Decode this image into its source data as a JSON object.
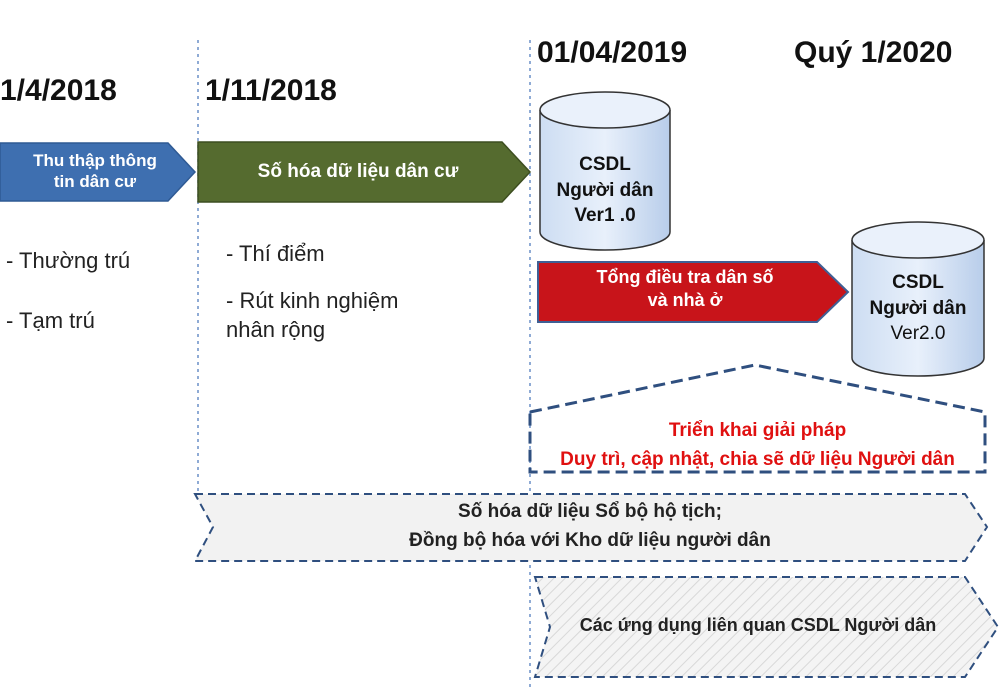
{
  "dates": {
    "d1": "1/4/2018",
    "d2": "1/11/2018",
    "d3": "01/04/2019",
    "d4": "Quý 1/2020"
  },
  "phase1": {
    "arrow_line1": "Thu thập thông",
    "arrow_line2": "tin dân cư",
    "notes": [
      "- Thường trú",
      "- Tạm trú"
    ],
    "color": "#3e6fb0"
  },
  "phase2": {
    "arrow_label": "Số hóa dữ liệu dân cư",
    "notes": [
      "- Thí điểm",
      "- Rút kinh nghiệm",
      "nhân rộng"
    ],
    "color": "#556b2f"
  },
  "db1": {
    "line1": "CSDL",
    "line2": "Người dân",
    "line3": "Ver1 .0"
  },
  "db2": {
    "line1": "CSDL",
    "line2": "Người dân",
    "line3": "Ver2.0"
  },
  "census": {
    "line1": "Tổng điều tra dân số",
    "line2": "và nhà ở",
    "color": "#c8141a"
  },
  "deploy": {
    "line1": "Triển khai giải pháp",
    "line2": "Duy trì, cập nhật, chia sẽ dữ liệu Người dân"
  },
  "civil": {
    "line1": "Số hóa dữ liệu Sổ bộ hộ tịch;",
    "line2": "Đồng bộ hóa với Kho dữ liệu người dân"
  },
  "apps": {
    "label": "Các ứng dụng liên quan CSDL Người dân"
  }
}
